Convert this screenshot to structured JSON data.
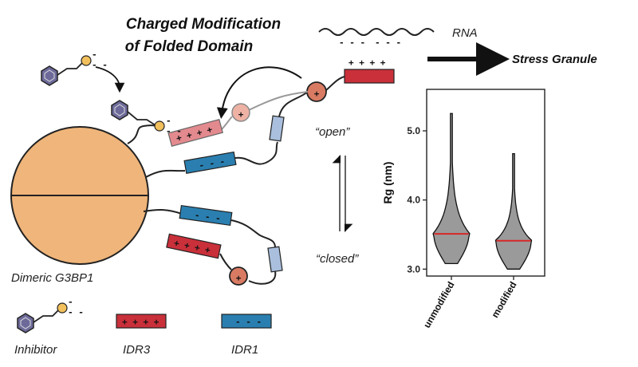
{
  "title_line1": "Charged Modification",
  "title_line2": "of Folded Domain",
  "rna_label": "RNA",
  "stress_granule": "Stress Granule",
  "dimer_label": "Dimeric G3BP1",
  "open_label": "“open”",
  "closed_label": "“closed”",
  "legend": {
    "inhibitor": "Inhibitor",
    "idr3": "IDR3",
    "idr1": "IDR1"
  },
  "signs": {
    "plus4": "+ + + +",
    "minus3": "- - -",
    "circle_plus": "+",
    "circle_minus": "−"
  },
  "colors": {
    "globule": "#f0b57a",
    "idr3": "#c9303a",
    "idr3_faded": "#e38a8f",
    "idr1": "#2a7fb0",
    "idr_small": "#a9bfdd",
    "inhibitor_ring": "#6d6a9a",
    "inhibitor_ball": "#f2c05c",
    "charge_circle": "#d97b63",
    "violin": "#9a9a9a",
    "median": "#d62828"
  },
  "chart_data": {
    "type": "violin",
    "title": "",
    "xlabel": "",
    "ylabel": "Rg (nm)",
    "categories": [
      "unmodified",
      "modified"
    ],
    "ylim": [
      2.9,
      5.6
    ],
    "yticks": [
      3.0,
      4.0,
      5.0
    ],
    "series": [
      {
        "min": 3.08,
        "max": 5.25,
        "median": 3.51
      },
      {
        "min": 3.0,
        "max": 4.67,
        "median": 3.41
      }
    ]
  }
}
